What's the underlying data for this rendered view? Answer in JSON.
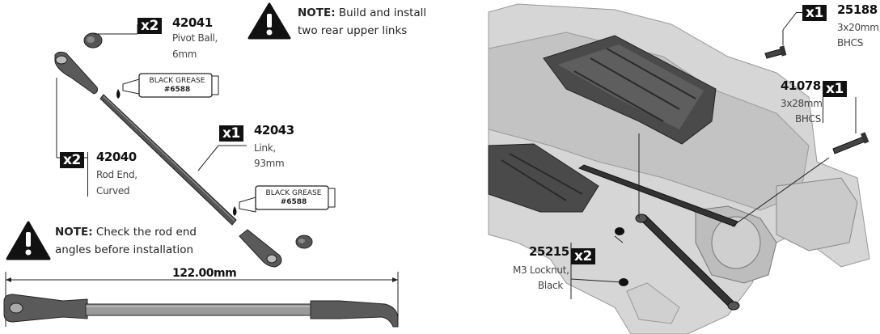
{
  "notes": [
    {
      "bold": "NOTE:",
      "lines": [
        "Build and install",
        "two rear upper links"
      ]
    },
    {
      "bold": "NOTE:",
      "lines": [
        "Check the rod end",
        "angles before installation"
      ]
    }
  ],
  "parts": [
    {
      "qty": "x2",
      "number": "42041",
      "desc": [
        "Pivot Ball,",
        "6mm"
      ]
    },
    {
      "qty": "x1",
      "number": "42043",
      "desc": [
        "Link,",
        "93mm"
      ]
    },
    {
      "qty": "x2",
      "number": "42040",
      "desc": [
        "Rod End,",
        "Curved"
      ]
    },
    {
      "qty": "x1",
      "number": "25188",
      "desc": [
        "3x20mm,",
        "BHCS"
      ]
    },
    {
      "qty": "x1",
      "number": "41078",
      "desc": [
        "3x28mm",
        "BHCS"
      ]
    },
    {
      "qty": "x2",
      "number": "25215",
      "desc": [
        "M3 Locknut,",
        "Black"
      ]
    }
  ],
  "grease": [
    {
      "line1": "BLACK GREASE",
      "line2": "#6588"
    },
    {
      "line1": "BLACK GREASE",
      "line2": "#6588"
    }
  ],
  "dimension": "122.00mm",
  "colors": {
    "ink": "#111111",
    "part_gray": "#6a6a6a",
    "chassis_gray": "#c8c8c8",
    "plate_dark": "#3a3a3a"
  }
}
